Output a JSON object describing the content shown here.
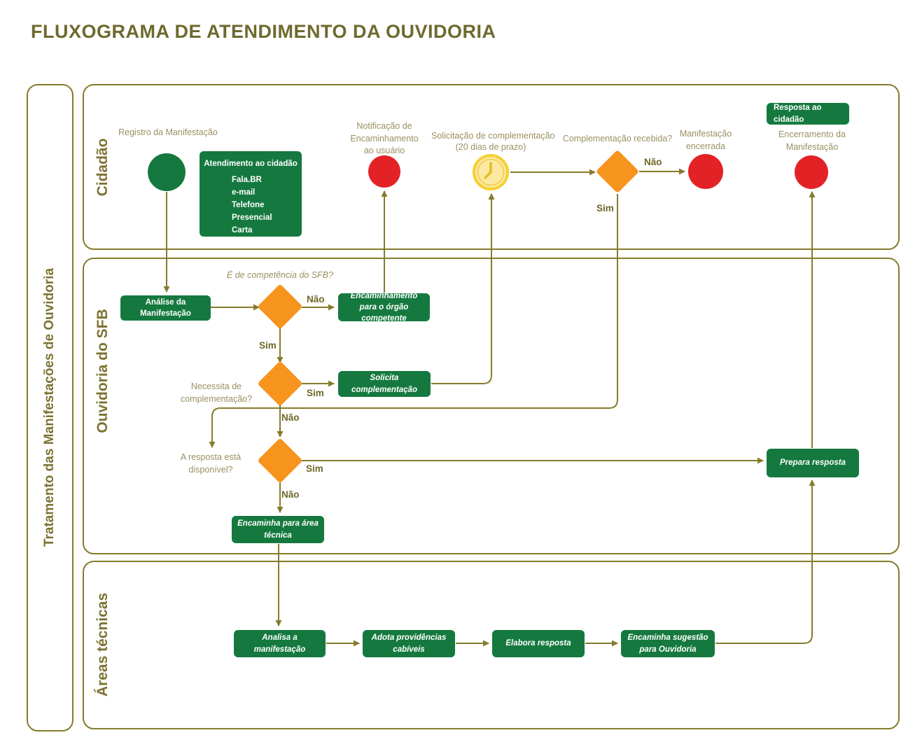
{
  "title": "FLUXOGRAMA DE ATENDIMENTO DA OUVIDORIA",
  "sidebar": {
    "label": "Tratamento das Manifestações de Ouvidoria"
  },
  "lanes": {
    "cidadao": {
      "label": "Cidadão"
    },
    "ouvidoria": {
      "label": "Ouvidoria do SFB"
    },
    "areas": {
      "label": "Áreas técnicas"
    }
  },
  "nodes": {
    "registro_label": "Registro da Manifestação",
    "atendimento": {
      "title": "Atendimento ao cidadão",
      "items": [
        "Fala.BR",
        "e-mail",
        "Telefone",
        "Presencial",
        "Carta"
      ]
    },
    "notificacao_label": "Notificação de Encaminhamento ao usuário",
    "solicitacao_label": "Solicitação de complementação",
    "solicitacao_sublabel": "(20 dias de prazo)",
    "complementacao_recebida_label": "Complementação recebida?",
    "manifestacao_encerrada_label": "Manifestação encerrada",
    "resposta_cidadao": "Resposta ao cidadão",
    "encerramento_label": "Encerramento da Manifestação",
    "analise": "Análise da Manifestação",
    "competencia_label": "É de competência do SFB?",
    "encaminhamento_orgao": "Encaminhamento para o órgão competente",
    "necessita_label": "Necessita de complementação?",
    "solicita": "Solicita complementação",
    "resposta_disponivel_label": "A resposta está disponível?",
    "prepara": "Prepara resposta",
    "encaminha_area": "Encaminha para área técnica",
    "analisa": "Analisa a manifestação",
    "adota": "Adota providências cabíveis",
    "elabora": "Elabora resposta",
    "sugestao": "Encaminha sugestão para Ouvidoria"
  },
  "edge_labels": {
    "sim": "Sim",
    "nao": "Não"
  },
  "colors": {
    "line_olive": "#867B2B",
    "green": "#15793f",
    "red": "#e32226",
    "orange": "#f6941e",
    "yellow_ring": "#f6cf33",
    "yellow_fill": "#fbe9a2",
    "label_olive": "#9a9060",
    "title_olive": "#6e6a2e"
  }
}
